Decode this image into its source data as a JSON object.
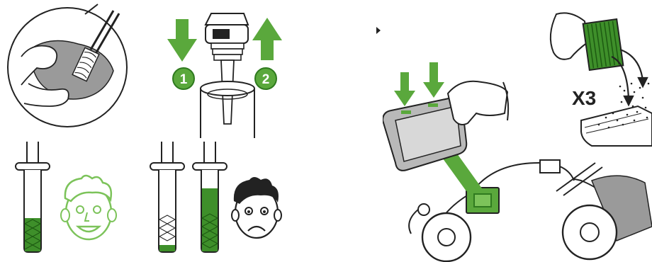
{
  "steps": {
    "step1_number": "1",
    "step2_number": "2",
    "filter_repeat_label": "X3"
  },
  "colors": {
    "accent_green": "#5aa83c",
    "green_dark": "#2f7a1f",
    "face_green": "#7cc35a",
    "ink": "#222222",
    "light_gray": "#d8d8d8",
    "mid_gray": "#9a9a9a",
    "dark_gray": "#6e6e6e"
  },
  "icons": {
    "dipstick_clean_face": "happy-face-icon",
    "dipstick_dirty_face": "sad-face-icon"
  }
}
